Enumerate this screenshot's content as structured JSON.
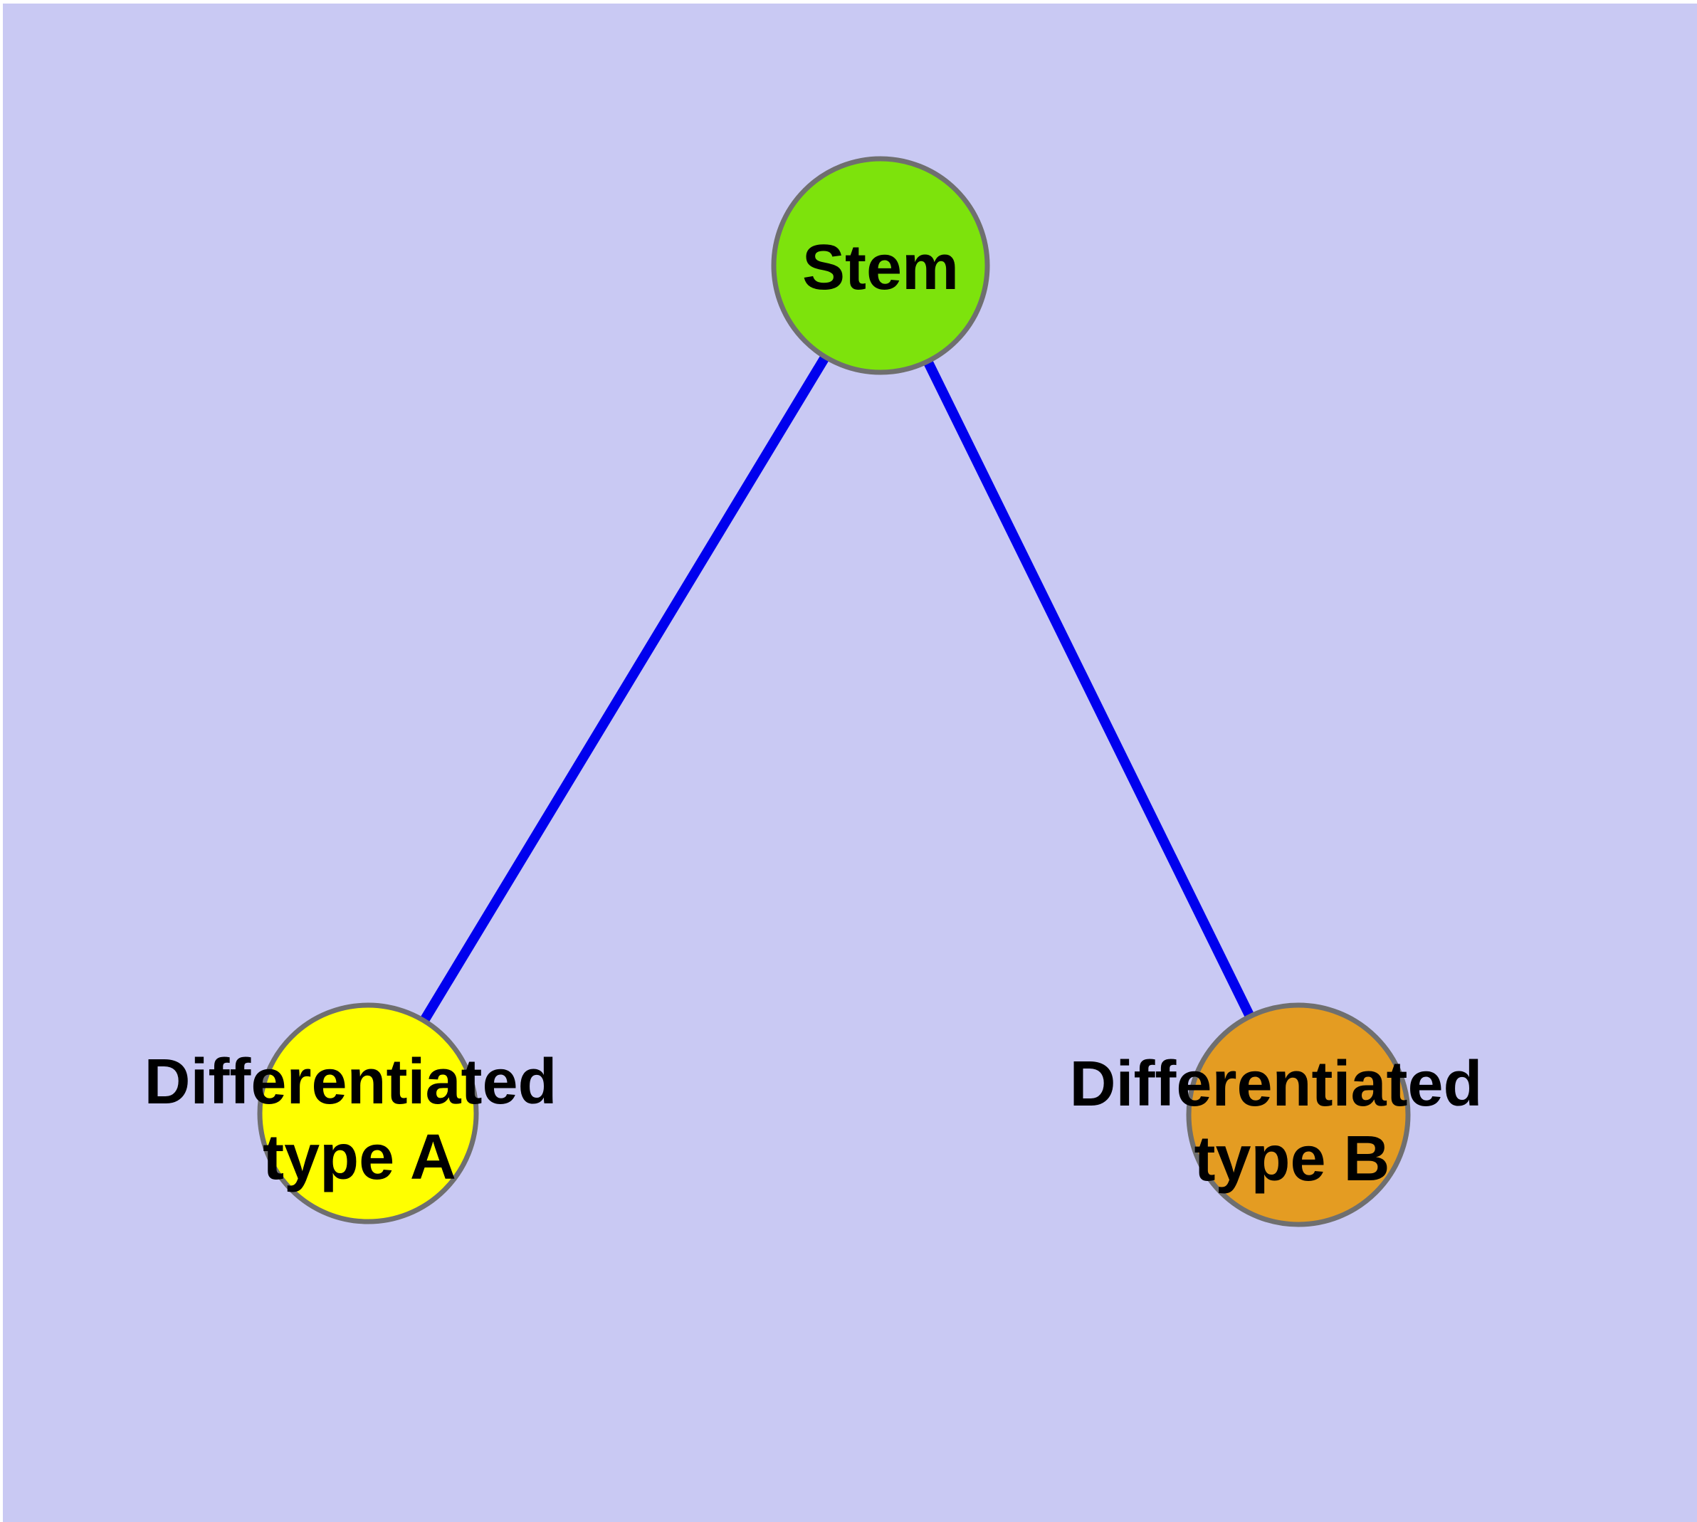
{
  "diagram": {
    "background_color": "#c9c9f3",
    "margin_color": "#ffffff",
    "edge_color": "#0000ee",
    "node_border_color": "#6f6f6f",
    "text_color": "#000000",
    "nodes": {
      "stem": {
        "label": "Stem",
        "fill": "#7de30c"
      },
      "differentiated_type_a": {
        "label_line_1": "Differentiated",
        "label_line_2": "type A",
        "fill": "#ffff00"
      },
      "differentiated_type_b": {
        "label_line_1": "Differentiated",
        "label_line_2": "type B",
        "fill": "#e49c22"
      }
    },
    "edges": [
      {
        "from": "Stem",
        "to": "Differentiated type A"
      },
      {
        "from": "Stem",
        "to": "Differentiated type B"
      }
    ]
  }
}
